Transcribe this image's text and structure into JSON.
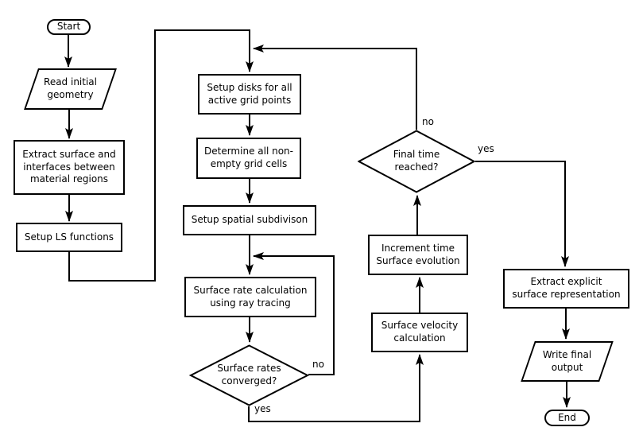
{
  "canvas": {
    "background_color": "#ffffff",
    "line_color": "#000000",
    "text_color": "#000000"
  },
  "nodes": {
    "start": {
      "shape": "stadium",
      "label": "Start"
    },
    "read_geometry": {
      "shape": "parallelogram",
      "label": "Read initial\ngeometry"
    },
    "extract_surface": {
      "shape": "rect",
      "label": "Extract surface and\ninterfaces between\nmaterial regions"
    },
    "setup_ls": {
      "shape": "rect",
      "label": "Setup LS functions"
    },
    "setup_disks": {
      "shape": "rect",
      "label": "Setup disks for all\nactive grid points"
    },
    "determine_cells": {
      "shape": "rect",
      "label": "Determine all non-\nempty grid cells"
    },
    "spatial_subdiv": {
      "shape": "rect",
      "label": "Setup spatial subdivison"
    },
    "rate_calc": {
      "shape": "rect",
      "label": "Surface rate calculation\nusing ray tracing"
    },
    "rates_converged": {
      "shape": "diamond",
      "label": "Surface rates\nconverged?"
    },
    "velocity_calc": {
      "shape": "rect",
      "label": "Surface velocity\ncalculation"
    },
    "increment_time": {
      "shape": "rect",
      "label": "Increment time\nSurface evolution"
    },
    "final_time": {
      "shape": "diamond",
      "label": "Final time\nreached?"
    },
    "extract_explicit": {
      "shape": "rect",
      "label": "Extract explicit\nsurface representation"
    },
    "write_output": {
      "shape": "parallelogram",
      "label": "Write final\noutput"
    },
    "end": {
      "shape": "stadium",
      "label": "End"
    }
  },
  "edge_labels": {
    "rates_converged_no": "no",
    "rates_converged_yes": "yes",
    "final_time_no": "no",
    "final_time_yes": "yes"
  }
}
